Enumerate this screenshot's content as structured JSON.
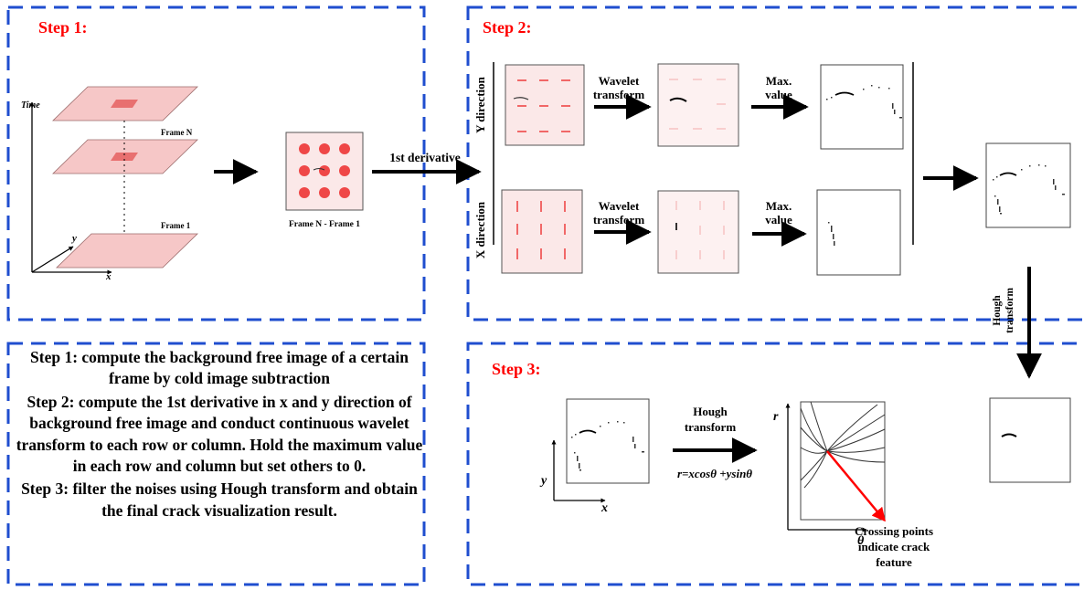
{
  "colors": {
    "accent": "#ff0000",
    "frame": "#1f4ecf",
    "plane": "#f6c7c7",
    "spot": "#ef4747"
  },
  "step1": {
    "title": "Step 1:",
    "time_axis": "Time",
    "x_axis": "x",
    "y_axis": "y",
    "frame_n": "Frame N",
    "frame_1": "Frame 1",
    "diff_label": "Frame N - Frame 1"
  },
  "step2": {
    "title": "Step 2:",
    "derivative": "1st derivative",
    "y_direction": "Y direction",
    "x_direction": "X direction",
    "wavelet_1": "Wavelet",
    "wavelet_2": "transform",
    "max_1": "Max.",
    "max_2": "value",
    "hough_1": "Hough",
    "hough_2": "transform"
  },
  "step3": {
    "title": "Step 3:",
    "hough_1": "Hough",
    "hough_2": "transform",
    "equation": "r=xcosθ +ysinθ",
    "r_axis": "r",
    "theta_axis": "θ",
    "x_axis": "x",
    "y_axis": "y",
    "crossing_1": "Crossing points",
    "crossing_2": "indicate crack",
    "crossing_3": "feature"
  },
  "description": {
    "line1": "Step 1: compute the background free image of a certain frame by cold image subtraction",
    "line2": "Step 2: compute the 1st derivative in x and y direction of background free image and conduct continuous wavelet transform to each row or column. Hold the maximum value in each row and column but set others to 0.",
    "line3": "Step 3: filter the noises using Hough transform and obtain the final crack visualization result."
  }
}
